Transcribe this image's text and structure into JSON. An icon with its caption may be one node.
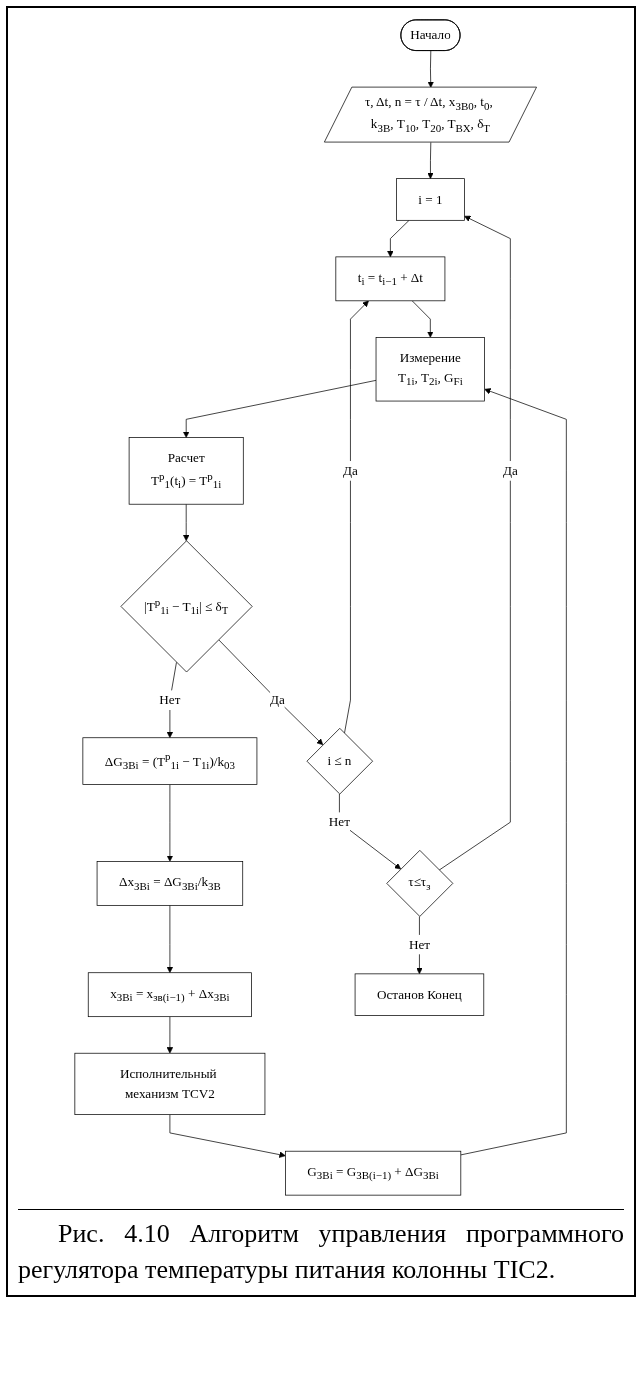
{
  "diagram": {
    "caption": "Рис. 4.10 Алгоритм управления программного регулятора температуры питания колонны TIC2.",
    "nodes": [
      {
        "text": [
          "Начало"
        ]
      },
      {
        "text": [
          "τ, Δt, n = τ / Δt, x$_{ЗВ0}$, t$_{0}$, k$_{ЗВ}$, T$_{10}$, T$_{20}$, T$_{ВХ}$, δ$_{T}$"
        ]
      },
      {
        "text": [
          "i = 1"
        ]
      },
      {
        "text": [
          "t$_{i}$ = t$_{i−1}$ + Δt"
        ]
      },
      {
        "text": [
          "Измерение",
          "T$_{1i}$, T$_{2i}$, G$_{Fi}$"
        ]
      },
      {
        "text": [
          "Расчет",
          "T$^{p}$$_{1}$(t$_{i}$) = T$^{p}$$_{1i}$"
        ]
      },
      {
        "text": [
          "|T$^{p}$$_{1i}$ − T$_{1i}$| ≤ δ$_{T}$"
        ]
      },
      {
        "text": [
          "ΔG$_{ЗВi}$ = (T$^{p}$$_{1i}$ − T$_{1i}$)/k$_{03}$"
        ]
      },
      {
        "text": [
          "Δx$_{ЗВi}$ = ΔG$_{ЗВi}$/k$_{ЗВ}$"
        ]
      },
      {
        "text": [
          "x$_{ЗВi}$ = x$_{зв(i−1)}$ + Δx$_{ЗВi}$"
        ]
      },
      {
        "text": [
          "Исполнительный механизм TCV2"
        ]
      },
      {
        "text": [
          "G$_{ЗВi}$ = G$_{ЗВ(i−1)}$ + ΔG$_{ЗВi}$"
        ]
      },
      {
        "text": [
          "i ≤ n"
        ]
      },
      {
        "text": [
          "τ≤τ$_{з}$"
        ]
      },
      {
        "text": [
          "Останов Конец"
        ]
      }
    ],
    "edges": [
      {
        "from": 0,
        "to": 1,
        "arrow": "to"
      },
      {
        "from": 1,
        "to": 2,
        "arrow": "to"
      },
      {
        "from": 2,
        "to": 3,
        "arrow": "to"
      },
      {
        "from": 3,
        "to": 4,
        "arrow": "to"
      },
      {
        "from": 4,
        "to": 5,
        "arrow": "to"
      },
      {
        "from": 5,
        "to": 6,
        "arrow": "to"
      },
      {
        "from": 6,
        "to": 7,
        "arrow": "to",
        "label": "Нет"
      },
      {
        "from": 7,
        "to": 8,
        "arrow": "to"
      },
      {
        "from": 8,
        "to": 9,
        "arrow": "to"
      },
      {
        "from": 9,
        "to": 10,
        "arrow": "to"
      },
      {
        "from": 10,
        "to": 11,
        "arrow": "to"
      },
      {
        "from": 11,
        "to": 4,
        "arrow": "to"
      },
      {
        "from": 6,
        "to": 12,
        "arrow": "to",
        "label": "Да"
      },
      {
        "from": 12,
        "to": 3,
        "arrow": "to",
        "label": "Да"
      },
      {
        "from": 12,
        "to": 13,
        "arrow": "to",
        "label": "Нет"
      },
      {
        "from": 13,
        "to": 2,
        "arrow": "to",
        "label": "Да"
      },
      {
        "from": 13,
        "to": 14,
        "arrow": "to",
        "label": "Нет"
      }
    ]
  }
}
